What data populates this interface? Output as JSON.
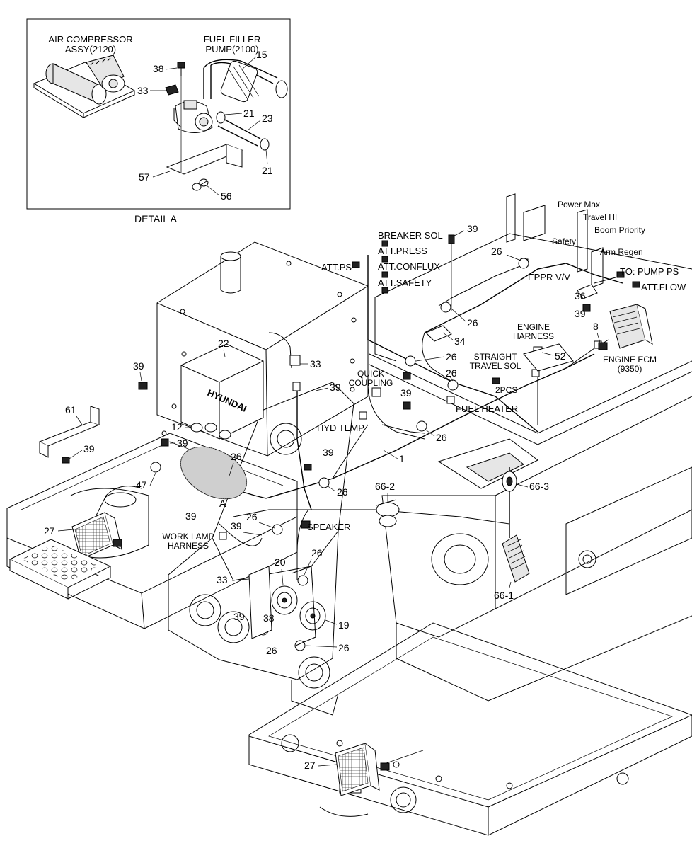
{
  "detail": {
    "caption": "DETAIL A",
    "air_compressor_line1": "AIR COMPRESSOR",
    "air_compressor_line2": "ASSY(2120)",
    "fuel_filler_line1": "FUEL FILLER",
    "fuel_filler_line2": "PUMP(2100)",
    "parts": {
      "p15": "15",
      "p21a": "21",
      "p21b": "21",
      "p23": "23",
      "p33": "33",
      "p38": "38",
      "p56": "56",
      "p57": "57"
    }
  },
  "labels": {
    "breaker_sol": "BREAKER SOL",
    "att_press": "ATT.PRESS",
    "att_ps": "ATT.PS",
    "att_conflux": "ATT.CONFLUX",
    "att_safety": "ATT.SAFETY",
    "power_max": "Power Max",
    "travel_hi": "Travel HI",
    "boom_priority": "Boom Priority",
    "safety": "Safety",
    "arm_regen": "Arm Regen",
    "eppr_vv": "EPPR V/V",
    "to_pump_ps": "TO: PUMP PS",
    "att_flow": "ATT.FLOW",
    "engine_harness_1": "ENGINE",
    "engine_harness_2": "HARNESS",
    "engine_ecm_1": "ENGINE ECM",
    "engine_ecm_2": "(9350)",
    "straight_1": "STRAIGHT",
    "straight_2": "TRAVEL SOL",
    "two_pcs": "2PCS",
    "quick_1": "QUICK",
    "quick_2": "COUPLING",
    "hyd_temp": "HYD TEMP",
    "fuel_heater": "FUEL HEATER",
    "speaker": "SPEAKER",
    "work_lamp_1": "WORK LAMP",
    "work_lamp_2": "HARNESS",
    "area_a": "A",
    "hyundai": "HYUNDAI"
  },
  "callouts": {
    "c1": "1",
    "c8": "8",
    "c12": "12",
    "c19": "19",
    "c20": "20",
    "c22": "22",
    "c26a": "26",
    "c26b": "26",
    "c26c": "26",
    "c26d": "26",
    "c26e": "26",
    "c26f": "26",
    "c26g": "26",
    "c26h": "26",
    "c26i": "26",
    "c26j": "26",
    "c27a": "27",
    "c27b": "27",
    "c33a": "33",
    "c33b": "33",
    "c34": "34",
    "c36": "36",
    "c38": "38",
    "c39a": "39",
    "c39b": "39",
    "c39c": "39",
    "c39d": "39",
    "c39e": "39",
    "c39f": "39",
    "c39g": "39",
    "c39h": "39",
    "c39i": "39",
    "c39j": "39",
    "c39k": "39",
    "c47": "47",
    "c52": "52",
    "c61": "61",
    "c66_1": "66-1",
    "c66_2": "66-2",
    "c66_3": "66-3"
  }
}
